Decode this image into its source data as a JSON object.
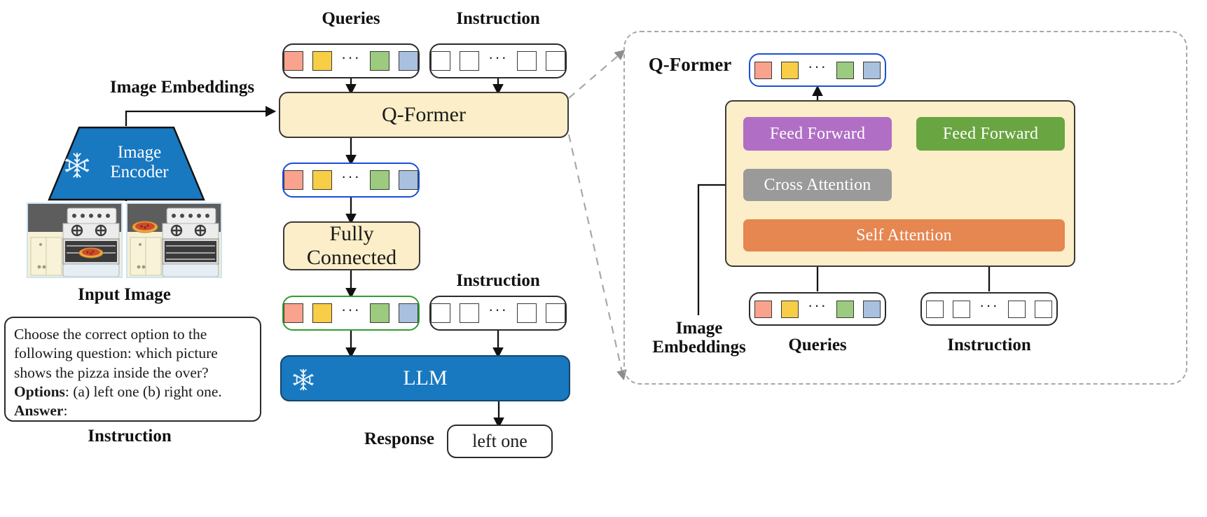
{
  "diagram": {
    "title": "InstructBLIP-style vision-language architecture",
    "colors": {
      "token_red": "#f9a28d",
      "token_yellow": "#f7ce46",
      "token_green": "#9cca7e",
      "token_blue": "#a9c0df",
      "cream": "#fbeec8",
      "blue_block": "#1878c0",
      "purple_bar": "#b06fc4",
      "green_bar": "#69a541",
      "gray_bar": "#9a9a9a",
      "orange_bar": "#e68650",
      "blue_outline": "#1a4fd6",
      "green_outline": "#2f9e2f",
      "dashed_gray": "#a8a8a8"
    }
  },
  "left_column": {
    "image_embeddings_label": "Image Embeddings",
    "image_encoder_line1": "Image",
    "image_encoder_line2": "Encoder",
    "image_encoder_frozen_icon": "snowflake-icon",
    "input_image_label": "Input Image",
    "thumbnails": [
      {
        "caption": "stove with pizza inside the oven"
      },
      {
        "caption": "stove with pizza on the counter"
      }
    ],
    "instruction_label": "Instruction",
    "prompt": {
      "line1": "Choose the correct option to the",
      "line2": "following question: which picture",
      "line3": "shows the pizza inside the over?",
      "options_key": "Options",
      "options_value": ": (a) left one (b) right one.",
      "answer_key": "Answer",
      "answer_value": ":"
    }
  },
  "center_column": {
    "queries_label": "Queries",
    "instruction_label_top": "Instruction",
    "instruction_label_mid": "Instruction",
    "qformer_label": "Q-Former",
    "fully_connected_line1": "Fully",
    "fully_connected_line2": "Connected",
    "llm_label": "LLM",
    "llm_frozen_icon": "snowflake-icon",
    "response_label": "Response",
    "response_value": "left one",
    "query_tokens": [
      "token_red",
      "token_yellow",
      "ellipsis",
      "token_green",
      "token_blue"
    ],
    "instruction_tokens": [
      "empty",
      "empty",
      "ellipsis",
      "empty",
      "empty"
    ],
    "ellipsis": "···"
  },
  "right_panel": {
    "panel_title": "Q-Former",
    "output_tokens": [
      "token_red",
      "token_yellow",
      "ellipsis",
      "token_green",
      "token_blue"
    ],
    "feed_forward_left": "Feed Forward",
    "feed_forward_right": "Feed Forward",
    "cross_attention": "Cross Attention",
    "self_attention": "Self Attention",
    "image_embeddings_label_line1": "Image",
    "image_embeddings_label_line2": "Embeddings",
    "queries_label": "Queries",
    "instruction_label": "Instruction",
    "query_tokens": [
      "token_red",
      "token_yellow",
      "ellipsis",
      "token_green",
      "token_blue"
    ],
    "instruction_tokens": [
      "empty",
      "empty",
      "ellipsis",
      "empty",
      "empty"
    ],
    "ellipsis": "···"
  }
}
